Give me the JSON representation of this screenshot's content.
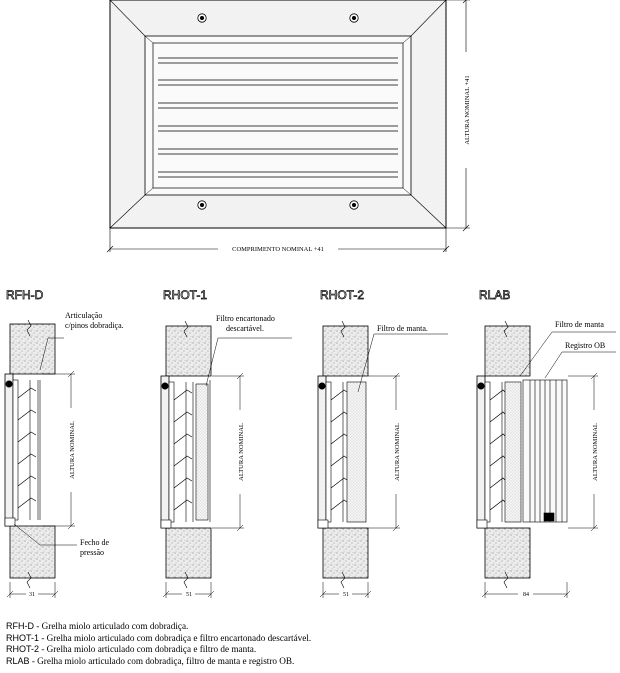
{
  "front_view": {
    "height_label": "ALTURA NOMINAL +41",
    "width_label": "COMPRIMENTO NOMINAL +41"
  },
  "sections": [
    {
      "id": "rfh-d",
      "title": "RFH-D",
      "notes": [
        "Articulação",
        "c/pinos dobradiça."
      ],
      "bottom_notes": [
        "Fecho de",
        "pressão"
      ],
      "height_label": "ALTURA NOMINAL",
      "width_dim": "31"
    },
    {
      "id": "rhot-1",
      "title": "RHOT-1",
      "notes": [
        "Filtro encartonado",
        "descartável."
      ],
      "height_label": "ALTURA NOMINAL",
      "width_dim": "51"
    },
    {
      "id": "rhot-2",
      "title": "RHOT-2",
      "notes": [
        "Filtro de manta."
      ],
      "height_label": "ALTURA NOMINAL",
      "width_dim": "51"
    },
    {
      "id": "rlab",
      "title": "RLAB",
      "notes": [
        "Filtro de manta",
        "Registro OB"
      ],
      "height_label": "ALTURA NOMINAL",
      "width_dim": "84"
    }
  ],
  "legend": [
    {
      "code": "RFH-D",
      "text": " - Grelha  miolo articulado com dobradiça."
    },
    {
      "code": "RHOT-1",
      "text": " - Grelha miolo articulado com dobradiça e filtro encartonado descartável."
    },
    {
      "code": "RHOT-2",
      "text": " - Grelha miolo articulado com dobradiça e filtro de manta."
    },
    {
      "code": "RLAB",
      "text": " - Grelha miolo articulado com dobradiça, filtro de manta e registro OB."
    }
  ],
  "colors": {
    "line": "#000000",
    "frame_fill": "#f4f4f4",
    "concrete_fill": "#e6e6e6",
    "filter_fill": "#dcdcdc",
    "background": "#ffffff"
  }
}
